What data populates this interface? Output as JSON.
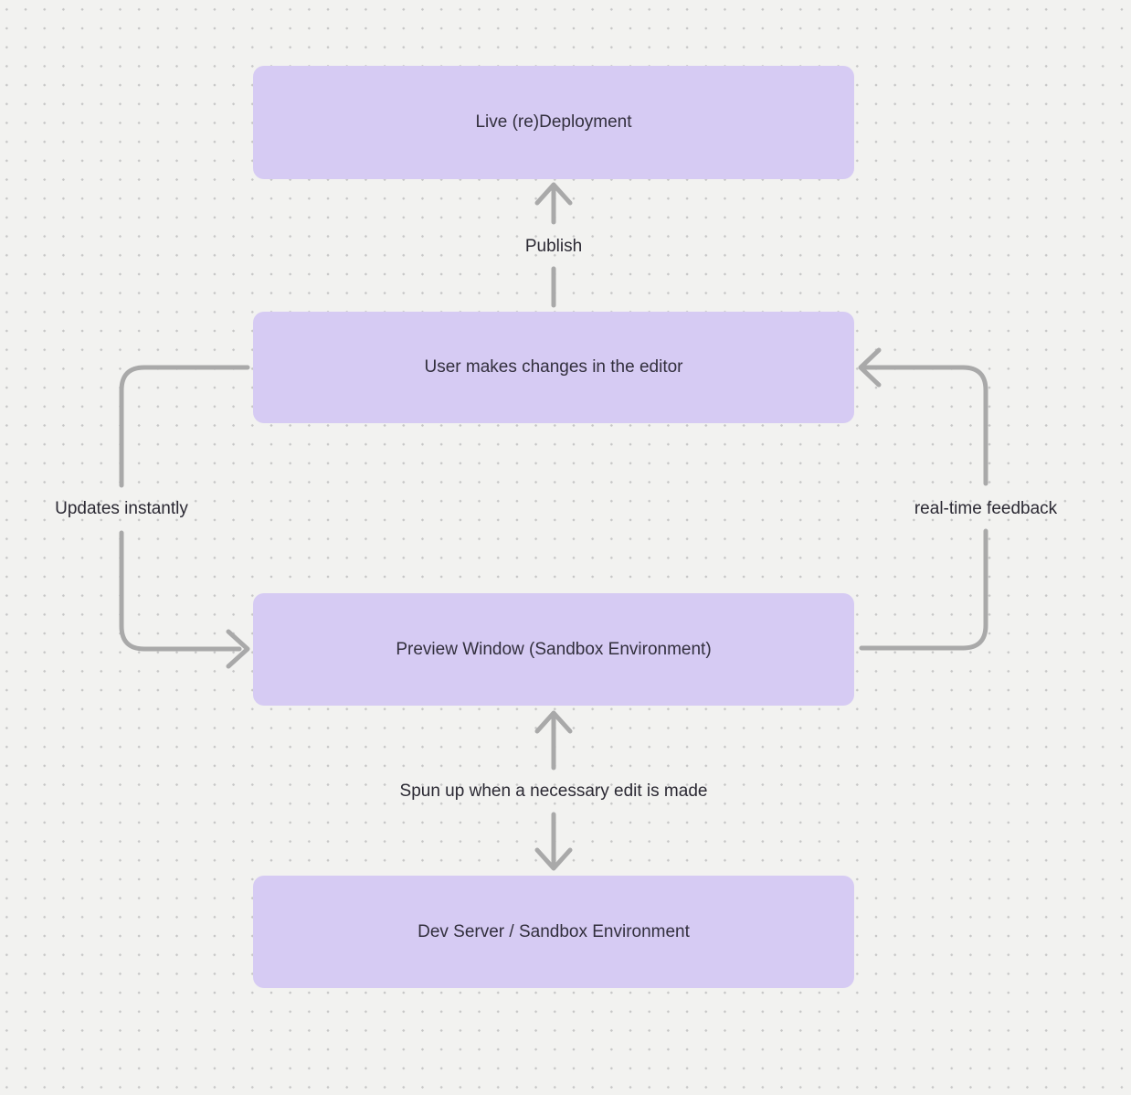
{
  "diagram": {
    "nodes": [
      {
        "id": "live-redeployment",
        "label": "Live (re)Deployment"
      },
      {
        "id": "editor-changes",
        "label": "User makes changes in the editor"
      },
      {
        "id": "preview-window",
        "label": "Preview Window (Sandbox Environment)"
      },
      {
        "id": "dev-server",
        "label": "Dev Server / Sandbox Environment"
      }
    ],
    "edges": [
      {
        "id": "publish",
        "label": "Publish",
        "from": "editor-changes",
        "to": "live-redeployment"
      },
      {
        "id": "updates-instantly",
        "label": "Updates instantly",
        "from": "editor-changes",
        "to": "preview-window"
      },
      {
        "id": "real-time-feedback",
        "label": "real-time feedback",
        "from": "preview-window",
        "to": "editor-changes"
      },
      {
        "id": "spun-up",
        "label": "Spun up when a necessary edit is made",
        "from": "preview-window",
        "to": "dev-server",
        "bidirectional": true
      }
    ]
  },
  "colors": {
    "background": "#f2f2f0",
    "dot": "#c6c6c6",
    "node_fill": "#d6cbf3",
    "arrow": "#a9a9a9",
    "node_text": "#322f3d",
    "label_text": "#2b2933"
  }
}
